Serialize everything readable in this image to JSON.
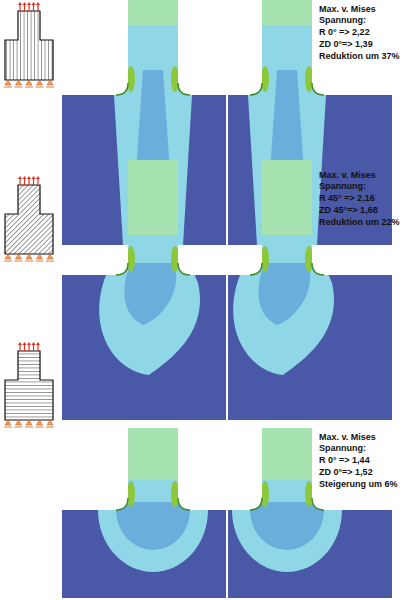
{
  "diagram": {
    "labels": [
      "Max. v. Mises Spannung:",
      "R 0° => 2,22",
      "ZD 0°=> 1,39",
      "Reduktion um 37%",
      "Max. v. Mises Spannung:",
      "R 45° => 2,16",
      "ZD 45°=> 1,68",
      "Reduktion um 22%",
      "Max. v. Mises Spannung:",
      "R 0° => 1,44",
      "ZD 0°=> 1,52",
      "Steigerung um 6%"
    ]
  }
}
